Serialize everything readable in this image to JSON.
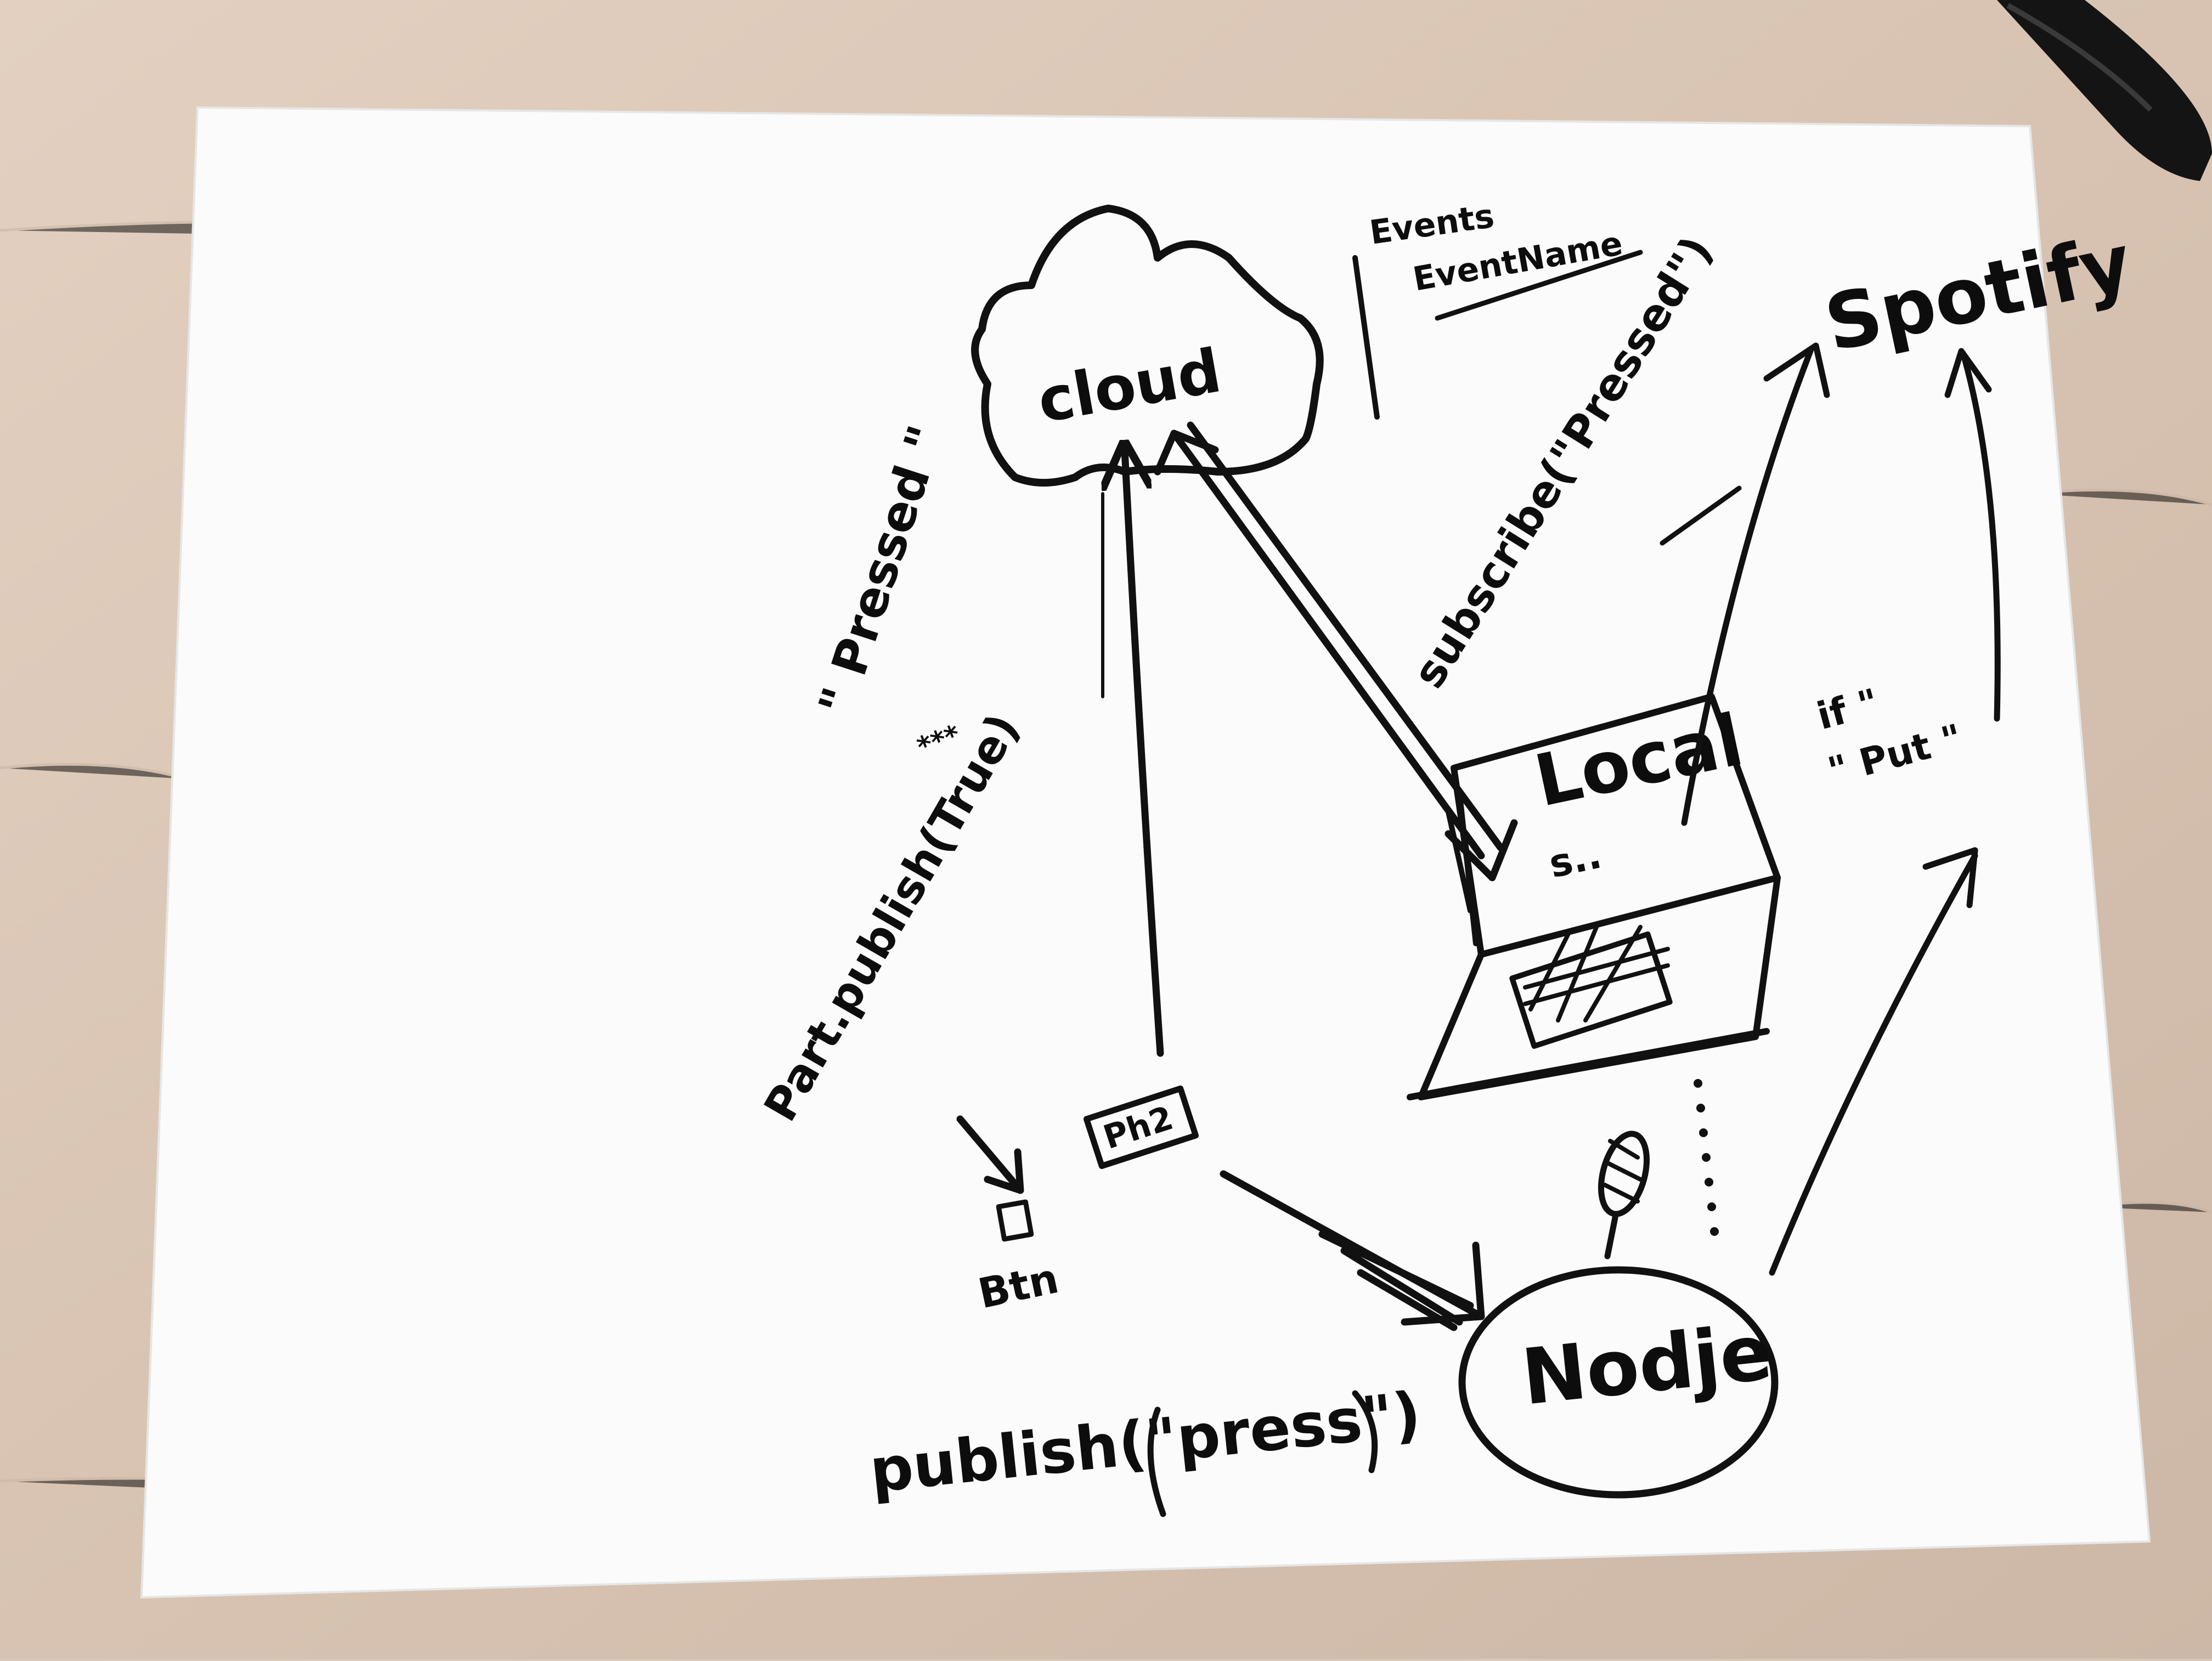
{
  "nodes": {
    "cloud": "cloud",
    "local_line1": "Local",
    "local_line2": "s..",
    "nodje": "Nodje",
    "spotify": "Spotify",
    "ph2": "Ph2",
    "btn": "Btn"
  },
  "labels": {
    "events_line1": "Events",
    "events_line2": "EventName",
    "pressed_quote": "\" Pressed \"",
    "scribble": "***",
    "part_publish": "Part.publish(True)",
    "subscribe_pressed": "subscribe(\"Pressed\")",
    "publish_press": "publish(\"press\")",
    "if_put_line1": "if \"",
    "if_put_line2": "\" Put \""
  },
  "colors": {
    "ink": "#111111",
    "paper": "#fbfbfb",
    "desk": "#dcc8b8"
  },
  "icons": {
    "pen": "pen-icon",
    "lightbulb": "lightbulb-icon"
  }
}
